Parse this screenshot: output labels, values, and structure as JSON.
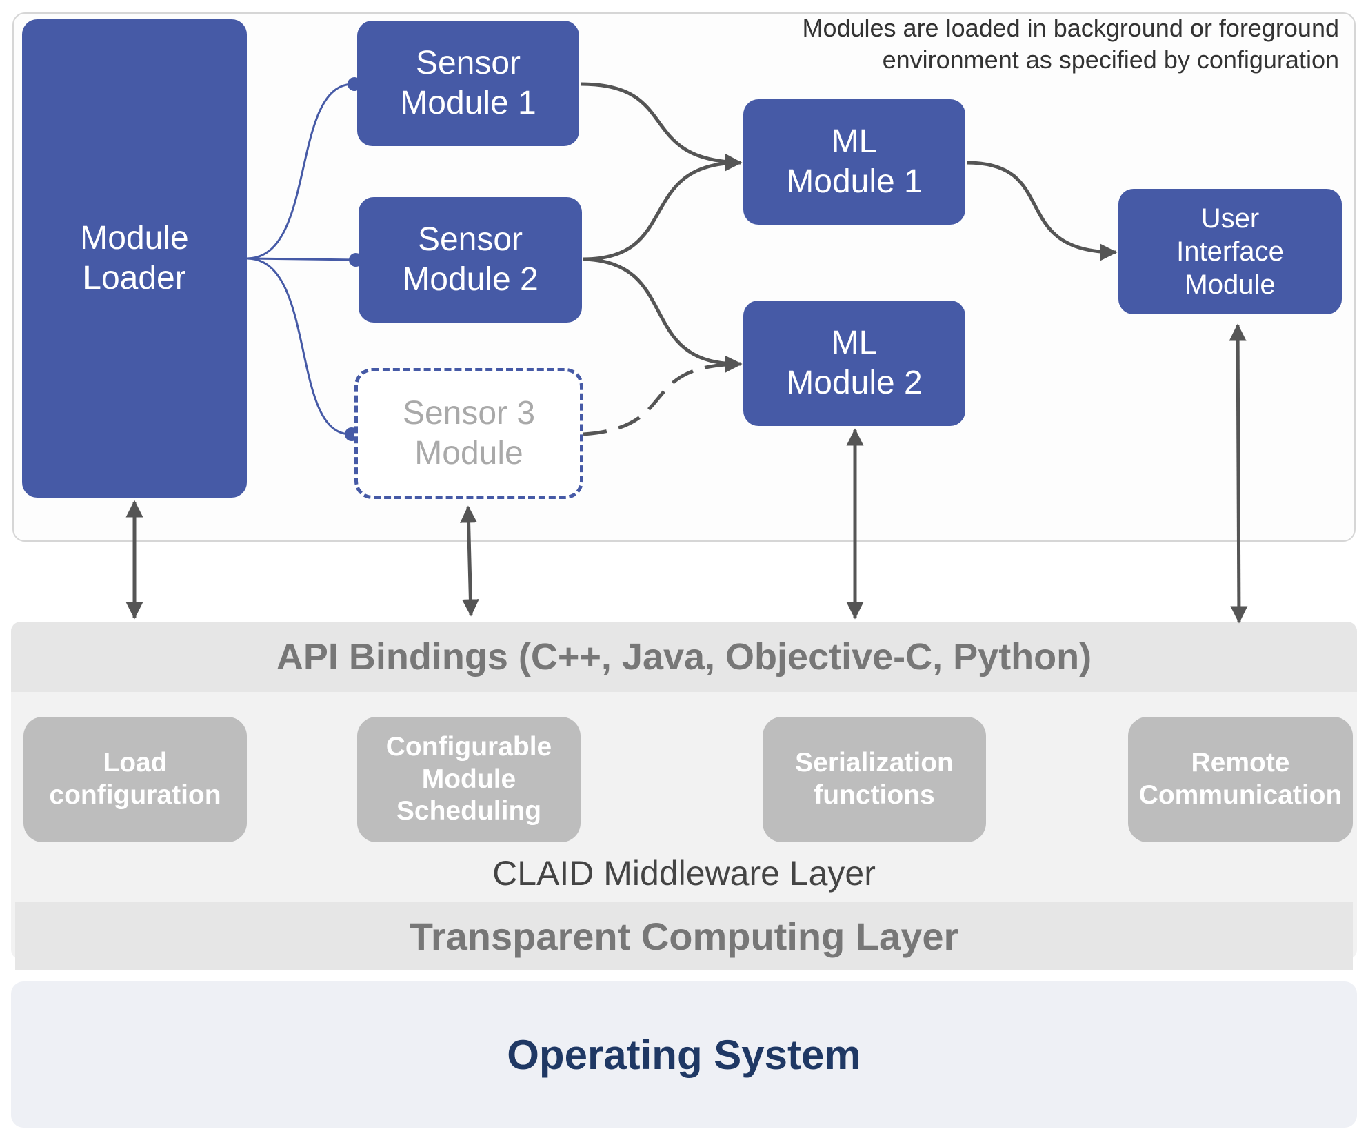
{
  "note": "Modules are loaded in background or foreground\nenvironment as specified by configuration",
  "modules": {
    "module_loader": "Module\nLoader",
    "sensor1": "Sensor\nModule 1",
    "sensor2": "Sensor\nModule 2",
    "sensor3": "Sensor 3\nModule",
    "ml1": "ML\nModule 1",
    "ml2": "ML\nModule 2",
    "ui": "User\nInterface\nModule"
  },
  "middleware": {
    "api_bindings": "API Bindings (C++, Java, Objective-C, Python)",
    "components": {
      "load_config": "Load\nconfiguration",
      "scheduling": "Configurable\nModule\nScheduling",
      "serialization": "Serialization\nfunctions",
      "remote": "Remote\nCommunication"
    },
    "layer_label": "CLAID Middleware Layer"
  },
  "transparent_layer": "Transparent Computing Layer",
  "operating_system": "Operating System",
  "colors": {
    "module_blue": "#465aa6",
    "arrow_grey": "#555555",
    "component_grey": "#bdbdbd",
    "os_text": "#1f3864"
  }
}
